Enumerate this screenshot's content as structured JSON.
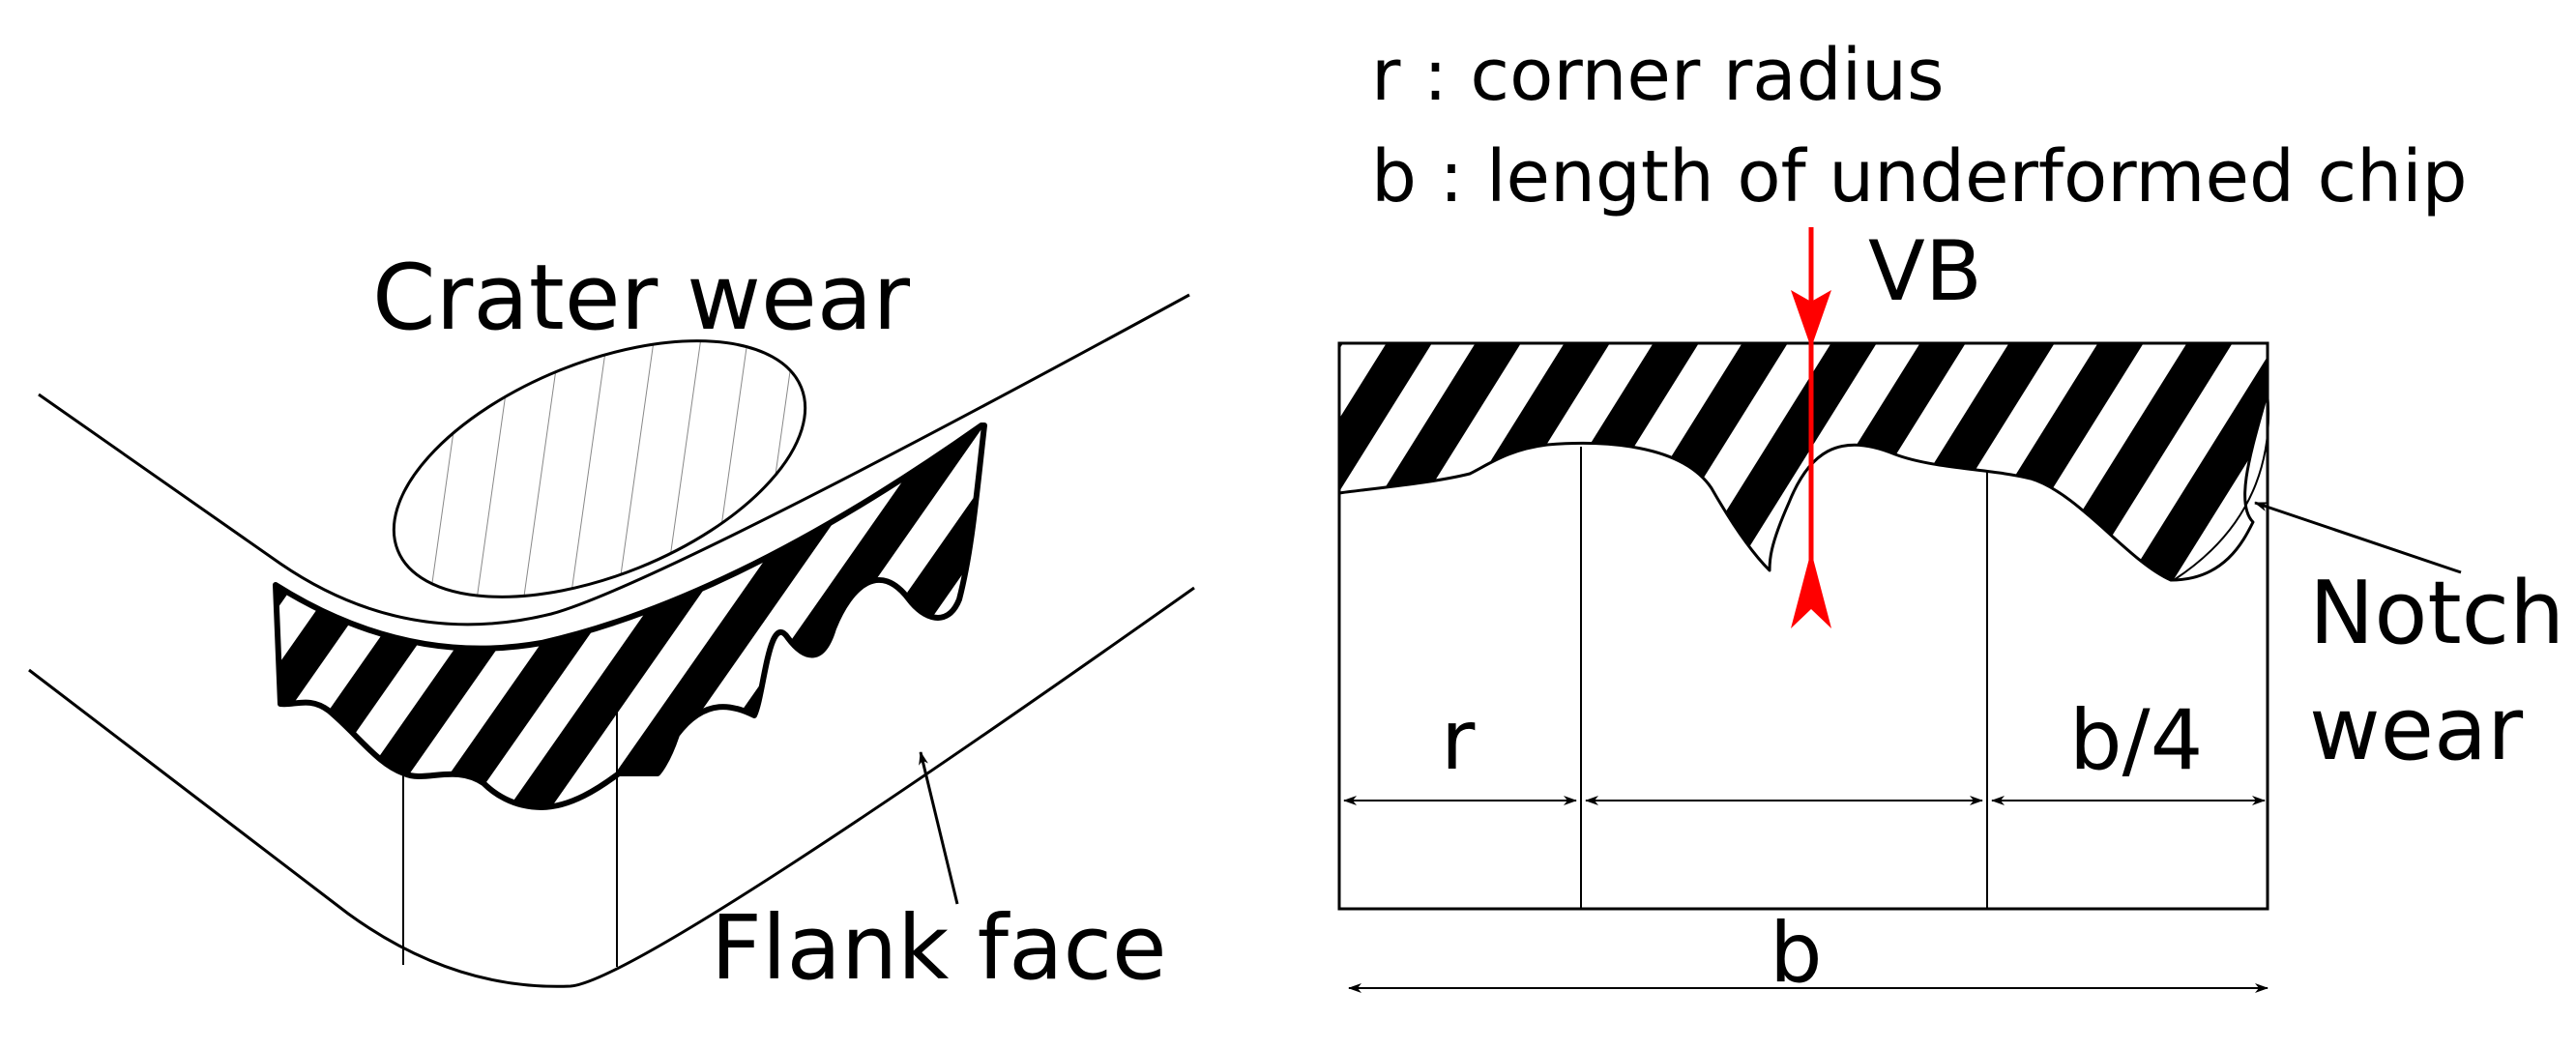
{
  "left_panel": {
    "crater_label": "Crater wear",
    "flank_label": "Flank face"
  },
  "right_panel": {
    "legend_r": "r : corner radius",
    "legend_b": "b : length of underformed chip",
    "vb_label": "VB",
    "notch_label_line1": "Notch",
    "notch_label_line2": "wear",
    "dim_r": "r",
    "dim_b4": "b/4",
    "dim_b": "b"
  },
  "colors": {
    "ink": "#000000",
    "vb_marker": "#ff0000",
    "crater_hatch": "#888888",
    "background": "#ffffff"
  }
}
